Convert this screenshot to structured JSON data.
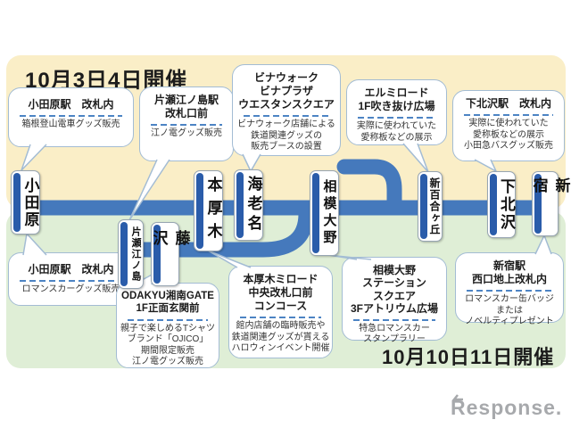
{
  "titles": {
    "top": "10月3日4日開催",
    "bottom": "10月10日11日開催"
  },
  "stations": [
    {
      "name": "小田原"
    },
    {
      "name": "片瀬江ノ島"
    },
    {
      "name": "藤沢"
    },
    {
      "name": "本厚木"
    },
    {
      "name": "海老名"
    },
    {
      "name": "相模大野"
    },
    {
      "name": "新百合ヶ丘"
    },
    {
      "name": "下北沢"
    },
    {
      "name": "新宿"
    }
  ],
  "callouts": [
    {
      "title": [
        "小田原駅　改札内"
      ],
      "desc": [
        "箱根登山電車グッズ販売"
      ]
    },
    {
      "title": [
        "片瀬江ノ島駅",
        "改札口前"
      ],
      "desc": [
        "江ノ電グッズ販売"
      ]
    },
    {
      "title": [
        "ビナウォーク",
        "ビナプラザ",
        "ウエスタンスクエア"
      ],
      "desc": [
        "ビナウォーク店舗による",
        "鉄道関連グッズの",
        "販売ブースの設置"
      ]
    },
    {
      "title": [
        "エルミロード",
        "1F吹き抜け広場"
      ],
      "desc": [
        "実際に使われていた",
        "愛称板などの展示"
      ]
    },
    {
      "title": [
        "下北沢駅　改札内"
      ],
      "desc": [
        "実際に使われていた",
        "愛称板などの展示",
        "小田急バスグッズ販売"
      ]
    },
    {
      "title": [
        "小田原駅　改札内"
      ],
      "desc": [
        "ロマンスカーグッズ販売"
      ]
    },
    {
      "title": [
        "ODAKYU湘南GATE",
        "1F正面玄関前"
      ],
      "desc": [
        "親子で楽しめるTシャツ",
        "ブランド「OJICO」",
        "期間限定販売",
        "江ノ電グッズ販売"
      ]
    },
    {
      "title": [
        "本厚木ミロード",
        "中央改札口前",
        "コンコース"
      ],
      "desc": [
        "館内店舗の臨時販売や",
        "鉄道関連グッズが貰える",
        "ハロウィンイベント開催"
      ]
    },
    {
      "title": [
        "相模大野",
        "ステーション",
        "スクエア",
        "3Fアトリウム広場"
      ],
      "desc": [
        "特急ロマンスカー",
        "スタンプラリー"
      ]
    },
    {
      "title": [
        "新宿駅",
        "西口地上改札内"
      ],
      "desc": [
        "ロマンスカー缶バッジ",
        "または",
        "ノベルティプレゼント"
      ]
    }
  ],
  "colors": {
    "top_panel_bg": "#faeec7",
    "bottom_panel_bg": "#dfeed6",
    "rail_line": "#4579bc",
    "station_bar": "#2a5caa",
    "callout_border": "#a3bcd4",
    "dash_divider": "#4d84c4"
  },
  "logo": {
    "text": "Response."
  }
}
